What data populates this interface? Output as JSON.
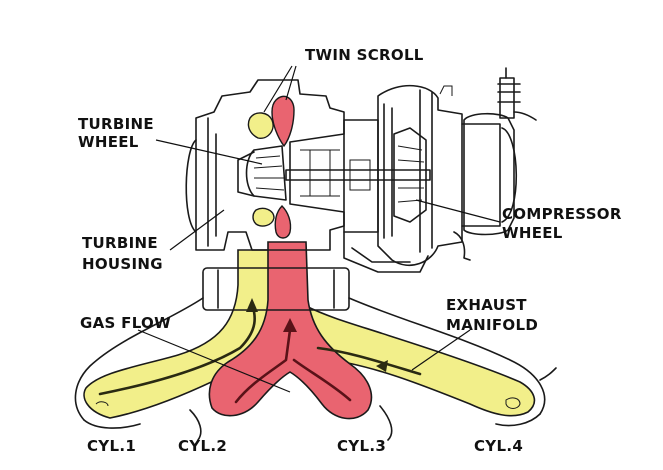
{
  "labels": {
    "twin_scroll": "TWIN SCROLL",
    "turbine_wheel_line1": "TURBINE",
    "turbine_wheel_line2": "WHEEL",
    "turbine_housing_line1": "TURBINE",
    "turbine_housing_line2": "HOUSING",
    "compressor_wheel_line1": "COMPRESSOR",
    "compressor_wheel_line2": "WHEEL",
    "gas_flow": "GAS FLOW",
    "exhaust_manifold_line1": "EXHAUST",
    "exhaust_manifold_line2": "MANIFOLD",
    "cyl1": "CYL.1",
    "cyl2": "CYL.2",
    "cyl3": "CYL.3",
    "cyl4": "CYL.4"
  },
  "colors": {
    "outer_scroll_yellow": "#f2ef8a",
    "inner_scroll_red": "#e96470",
    "ink": "#1a1a1a"
  }
}
